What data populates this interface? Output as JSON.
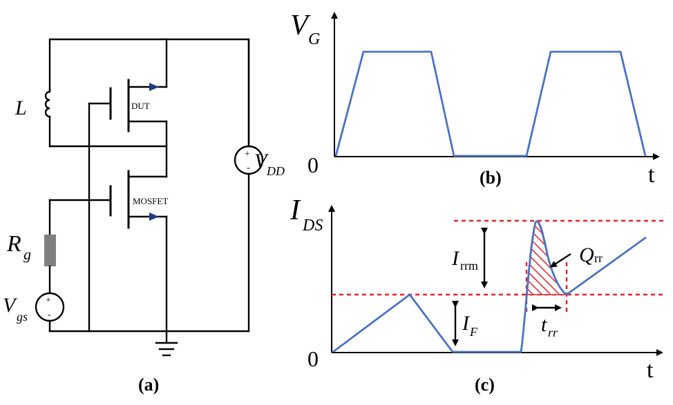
{
  "panel_a": {
    "caption": "(a)",
    "inductor_label": "L",
    "dut_label": "DUT",
    "mosfet_label": "MOSFET",
    "vdd_main": "V",
    "vdd_sub": "DD",
    "rg_main": "R",
    "rg_sub": "g",
    "vgs_main": "V",
    "vgs_sub": "gs",
    "plus": "+",
    "minus": "-"
  },
  "panel_b": {
    "caption": "(b)",
    "ylabel_main": "V",
    "ylabel_sub": "G",
    "origin": "0",
    "xlabel": "t"
  },
  "panel_c": {
    "caption": "(c)",
    "ylabel_main": "I",
    "ylabel_sub": "DS",
    "origin": "0",
    "xlabel": "t",
    "irrm_main": "I",
    "irrm_sub": "rrm",
    "if_main": "I",
    "if_sub": "F",
    "qrr_main": "Q",
    "qrr_sub": "rr",
    "trr_main": "t",
    "trr_sub": "rr"
  },
  "colors": {
    "waveform": "#4a72c4",
    "reference_lines": "#e8202a",
    "hatch": "#e8202a"
  }
}
